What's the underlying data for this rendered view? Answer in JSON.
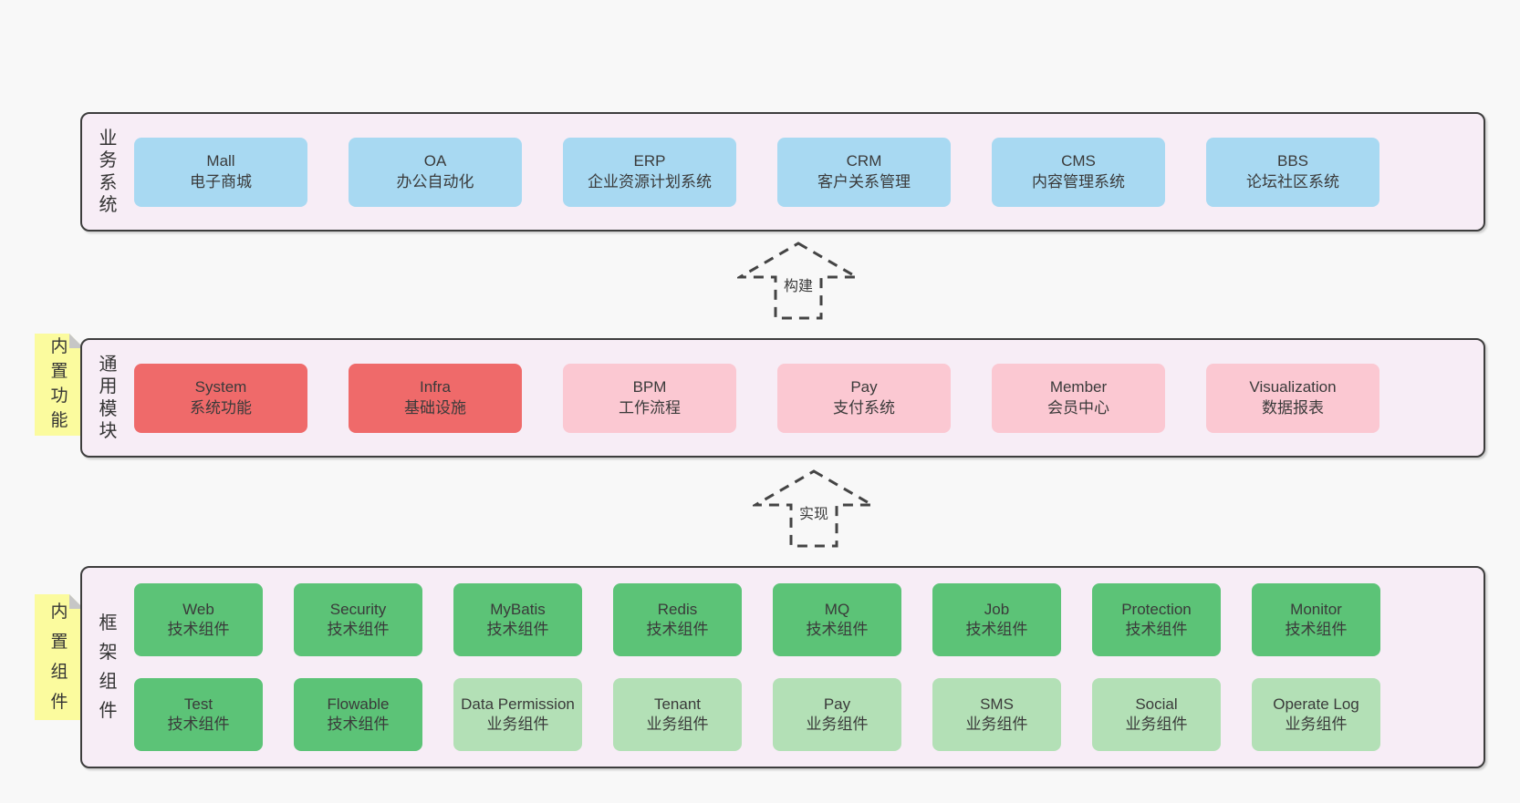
{
  "colors": {
    "page_bg": "#f8f8f8",
    "layer_bg": "#f7edf6",
    "layer_border": "#3d3d3d",
    "blue": "#a8d9f2",
    "red": "#ef6a6a",
    "pink": "#fbc8d2",
    "green": "#5cc377",
    "light_green": "#b3e0b6",
    "sticky_yellow": "#fbfb9e",
    "sticky_fold": "#c6c6c6",
    "text": "#3a3a3a"
  },
  "business": {
    "label": "业务系统",
    "boxes": [
      {
        "en": "Mall",
        "zh": "电子商城",
        "variant": "blue"
      },
      {
        "en": "OA",
        "zh": "办公自动化",
        "variant": "blue"
      },
      {
        "en": "ERP",
        "zh": "企业资源计划系统",
        "variant": "blue"
      },
      {
        "en": "CRM",
        "zh": "客户关系管理",
        "variant": "blue"
      },
      {
        "en": "CMS",
        "zh": "内容管理系统",
        "variant": "blue"
      },
      {
        "en": "BBS",
        "zh": "论坛社区系统",
        "variant": "blue"
      }
    ]
  },
  "arrows": {
    "build": "构建",
    "implement": "实现"
  },
  "common": {
    "label": "通用模块",
    "sticky": "内置功能",
    "boxes": [
      {
        "en": "System",
        "zh": "系统功能",
        "variant": "red"
      },
      {
        "en": "Infra",
        "zh": "基础设施",
        "variant": "red"
      },
      {
        "en": "BPM",
        "zh": "工作流程",
        "variant": "pink"
      },
      {
        "en": "Pay",
        "zh": "支付系统",
        "variant": "pink"
      },
      {
        "en": "Member",
        "zh": "会员中心",
        "variant": "pink"
      },
      {
        "en": "Visualization",
        "zh": "数据报表",
        "variant": "pink"
      }
    ]
  },
  "framework": {
    "label": "框架组件",
    "sticky": "内置组件",
    "row1": [
      {
        "en": "Web",
        "zh": "技术组件",
        "variant": "green"
      },
      {
        "en": "Security",
        "zh": "技术组件",
        "variant": "green"
      },
      {
        "en": "MyBatis",
        "zh": "技术组件",
        "variant": "green"
      },
      {
        "en": "Redis",
        "zh": "技术组件",
        "variant": "green"
      },
      {
        "en": "MQ",
        "zh": "技术组件",
        "variant": "green"
      },
      {
        "en": "Job",
        "zh": "技术组件",
        "variant": "green"
      },
      {
        "en": "Protection",
        "zh": "技术组件",
        "variant": "green"
      },
      {
        "en": "Monitor",
        "zh": "技术组件",
        "variant": "green"
      }
    ],
    "row2": [
      {
        "en": "Test",
        "zh": "技术组件",
        "variant": "green"
      },
      {
        "en": "Flowable",
        "zh": "技术组件",
        "variant": "green"
      },
      {
        "en": "Data Permission",
        "zh": "业务组件",
        "variant": "lightgreen"
      },
      {
        "en": "Tenant",
        "zh": "业务组件",
        "variant": "lightgreen"
      },
      {
        "en": "Pay",
        "zh": "业务组件",
        "variant": "lightgreen"
      },
      {
        "en": "SMS",
        "zh": "业务组件",
        "variant": "lightgreen"
      },
      {
        "en": "Social",
        "zh": "业务组件",
        "variant": "lightgreen"
      },
      {
        "en": "Operate Log",
        "zh": "业务组件",
        "variant": "lightgreen"
      }
    ]
  }
}
